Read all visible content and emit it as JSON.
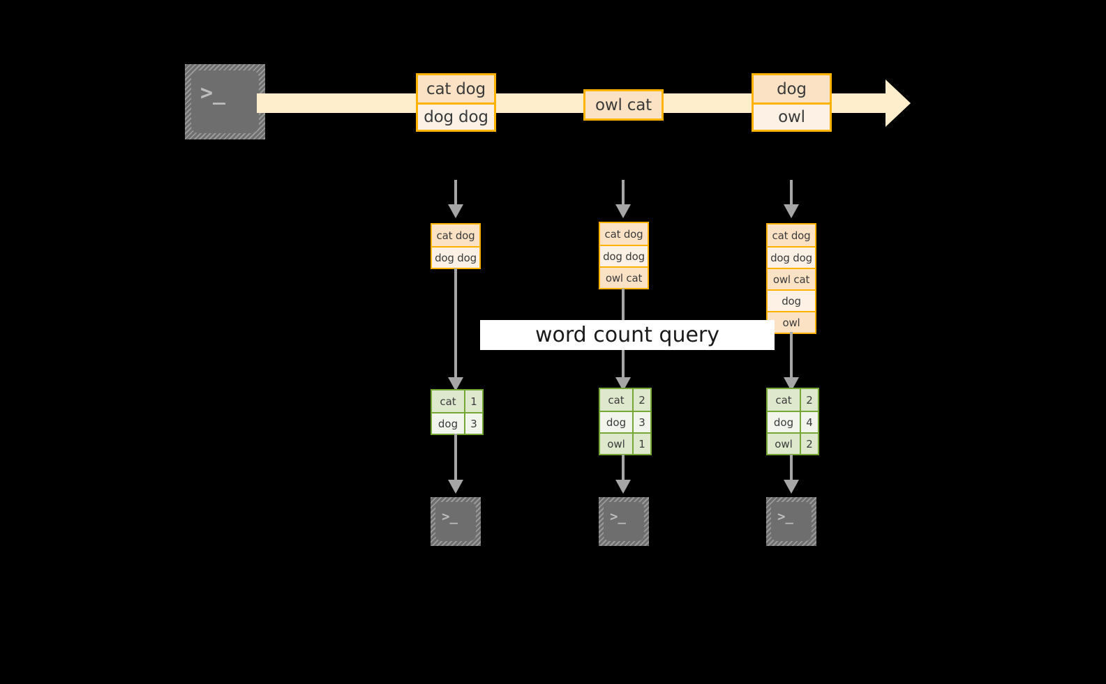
{
  "diagram": {
    "title": "word count query",
    "colors": {
      "background": "#000000",
      "stream_fill": "#FFEECB",
      "message_border": "#FFB300",
      "message_fill_dark": "#FCE2C4",
      "message_fill_light": "#FDF1E6",
      "result_border": "#76A734",
      "result_fill_dark": "#DDE8CC",
      "result_fill_light": "#F1F5EC",
      "connector": "#A6A6A6",
      "terminal_fill": "#6E6E6E",
      "label_fill": "#FFFFFF"
    },
    "terminal_glyph": ">_",
    "producer": {
      "icon": "terminal-icon"
    },
    "stream": {
      "messages": [
        {
          "id": "batch-1",
          "cells": [
            {
              "text": "cat dog",
              "shade": "dark"
            },
            {
              "text": "dog dog",
              "shade": "light"
            }
          ]
        },
        {
          "id": "batch-2",
          "cells": [
            {
              "text": "owl cat",
              "shade": "dark"
            }
          ]
        },
        {
          "id": "batch-3",
          "cells": [
            {
              "text": "dog",
              "shade": "dark"
            },
            {
              "text": "owl",
              "shade": "light"
            }
          ]
        }
      ]
    },
    "snapshots": [
      {
        "id": "snapshot-1",
        "input_rows": [
          {
            "text": "cat dog",
            "shade": "dark"
          },
          {
            "text": "dog dog",
            "shade": "light"
          }
        ],
        "result_rows": [
          {
            "word": "cat",
            "count": "1",
            "shade": "dark"
          },
          {
            "word": "dog",
            "count": "3",
            "shade": "light"
          }
        ]
      },
      {
        "id": "snapshot-2",
        "input_rows": [
          {
            "text": "cat dog",
            "shade": "dark"
          },
          {
            "text": "dog dog",
            "shade": "light"
          },
          {
            "text": "owl cat",
            "shade": "dark"
          }
        ],
        "result_rows": [
          {
            "word": "cat",
            "count": "2",
            "shade": "dark"
          },
          {
            "word": "dog",
            "count": "3",
            "shade": "light"
          },
          {
            "word": "owl",
            "count": "1",
            "shade": "dark"
          }
        ]
      },
      {
        "id": "snapshot-3",
        "input_rows": [
          {
            "text": "cat dog",
            "shade": "dark"
          },
          {
            "text": "dog dog",
            "shade": "light"
          },
          {
            "text": "owl cat",
            "shade": "dark"
          },
          {
            "text": "dog",
            "shade": "light"
          },
          {
            "text": "owl",
            "shade": "dark"
          }
        ],
        "result_rows": [
          {
            "word": "cat",
            "count": "2",
            "shade": "dark"
          },
          {
            "word": "dog",
            "count": "4",
            "shade": "light"
          },
          {
            "word": "owl",
            "count": "2",
            "shade": "dark"
          }
        ]
      }
    ]
  }
}
